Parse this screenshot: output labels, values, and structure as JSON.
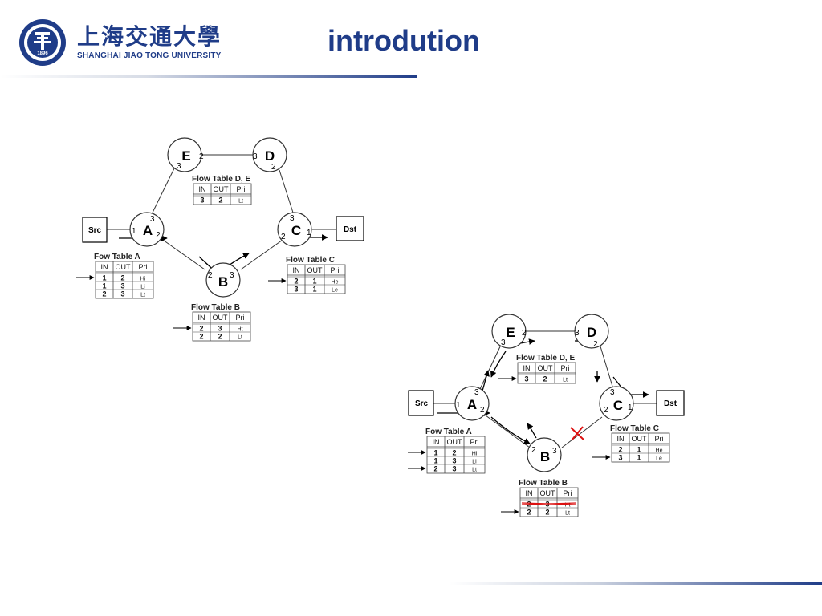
{
  "header": {
    "logo_cn": "上海交通大學",
    "logo_en": "SHANGHAI JIAO TONG UNIVERSITY",
    "logo_seal_year": "1896",
    "title": "introdution"
  },
  "diagram": {
    "hosts": {
      "src": "Src",
      "dst": "Dst"
    },
    "nodes": [
      "A",
      "B",
      "C",
      "D",
      "E"
    ],
    "table_headers": [
      "IN",
      "OUT",
      "Pri"
    ],
    "tables": {
      "A": {
        "title": "Fow Table A",
        "rows": [
          [
            "1",
            "2",
            "Hi"
          ],
          [
            "1",
            "3",
            "Li"
          ],
          [
            "2",
            "3",
            "Lt"
          ]
        ]
      },
      "B": {
        "title": "Flow Table  B",
        "rows": [
          [
            "2",
            "3",
            "Ht"
          ],
          [
            "2",
            "2",
            "Lt"
          ]
        ]
      },
      "C": {
        "title": "Flow Table  C",
        "rows": [
          [
            "2",
            "1",
            "He"
          ],
          [
            "3",
            "1",
            "Le"
          ]
        ]
      },
      "DE": {
        "title": "Flow Table D, E",
        "rows": [
          [
            "3",
            "2",
            "Lt"
          ]
        ]
      }
    },
    "ports": {
      "E": [
        "2",
        "3"
      ],
      "D": [
        "3",
        "2"
      ],
      "A": [
        "1",
        "3",
        "2"
      ],
      "B": [
        "2",
        "3"
      ],
      "C": [
        "3",
        "2",
        "1"
      ]
    },
    "failure_marker": "×"
  }
}
